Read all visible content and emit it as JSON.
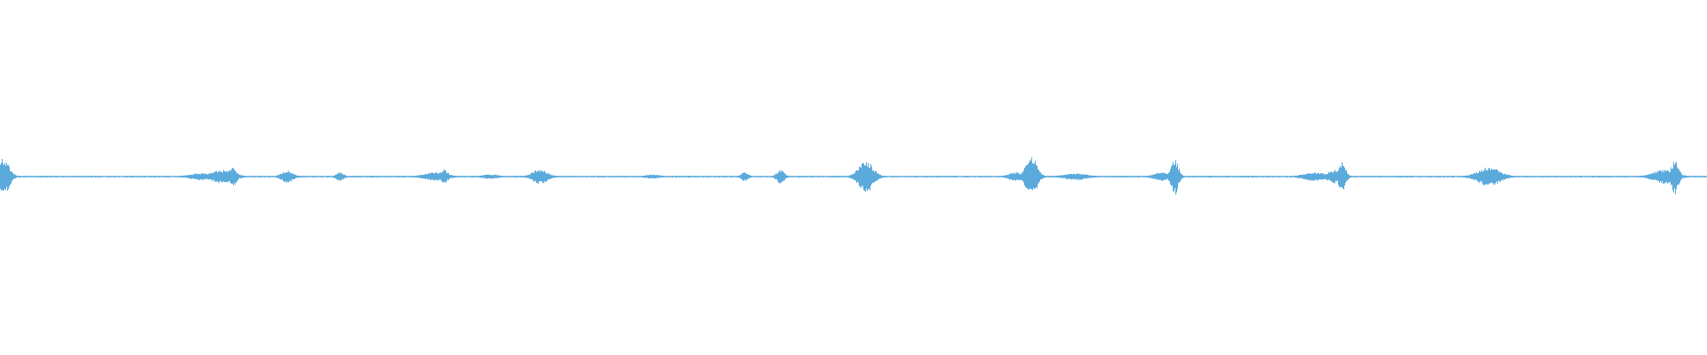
{
  "waveform": {
    "color": "#5aaadc",
    "baseline_amplitude": 0.012,
    "amplitude_range": [
      -1,
      1
    ],
    "bursts": [
      {
        "position": 0.002,
        "amplitude": 0.46,
        "spread": 0.003
      },
      {
        "position": 0.118,
        "amplitude": 0.08,
        "spread": 0.006
      },
      {
        "position": 0.13,
        "amplitude": 0.16,
        "spread": 0.006
      },
      {
        "position": 0.136,
        "amplitude": 0.26,
        "spread": 0.002
      },
      {
        "position": 0.168,
        "amplitude": 0.16,
        "spread": 0.003
      },
      {
        "position": 0.199,
        "amplitude": 0.1,
        "spread": 0.002
      },
      {
        "position": 0.255,
        "amplitude": 0.1,
        "spread": 0.006
      },
      {
        "position": 0.26,
        "amplitude": 0.18,
        "spread": 0.002
      },
      {
        "position": 0.287,
        "amplitude": 0.05,
        "spread": 0.004
      },
      {
        "position": 0.316,
        "amplitude": 0.18,
        "spread": 0.004
      },
      {
        "position": 0.382,
        "amplitude": 0.04,
        "spread": 0.004
      },
      {
        "position": 0.436,
        "amplitude": 0.1,
        "spread": 0.002
      },
      {
        "position": 0.457,
        "amplitude": 0.17,
        "spread": 0.002
      },
      {
        "position": 0.507,
        "amplitude": 0.4,
        "spread": 0.004
      },
      {
        "position": 0.595,
        "amplitude": 0.1,
        "spread": 0.004
      },
      {
        "position": 0.604,
        "amplitude": 0.52,
        "spread": 0.003
      },
      {
        "position": 0.63,
        "amplitude": 0.08,
        "spread": 0.006
      },
      {
        "position": 0.68,
        "amplitude": 0.1,
        "spread": 0.004
      },
      {
        "position": 0.688,
        "amplitude": 0.46,
        "spread": 0.002
      },
      {
        "position": 0.77,
        "amplitude": 0.1,
        "spread": 0.006
      },
      {
        "position": 0.782,
        "amplitude": 0.16,
        "spread": 0.004
      },
      {
        "position": 0.786,
        "amplitude": 0.36,
        "spread": 0.002
      },
      {
        "position": 0.872,
        "amplitude": 0.24,
        "spread": 0.006
      },
      {
        "position": 0.975,
        "amplitude": 0.18,
        "spread": 0.006
      },
      {
        "position": 0.981,
        "amplitude": 0.44,
        "spread": 0.002
      }
    ]
  }
}
